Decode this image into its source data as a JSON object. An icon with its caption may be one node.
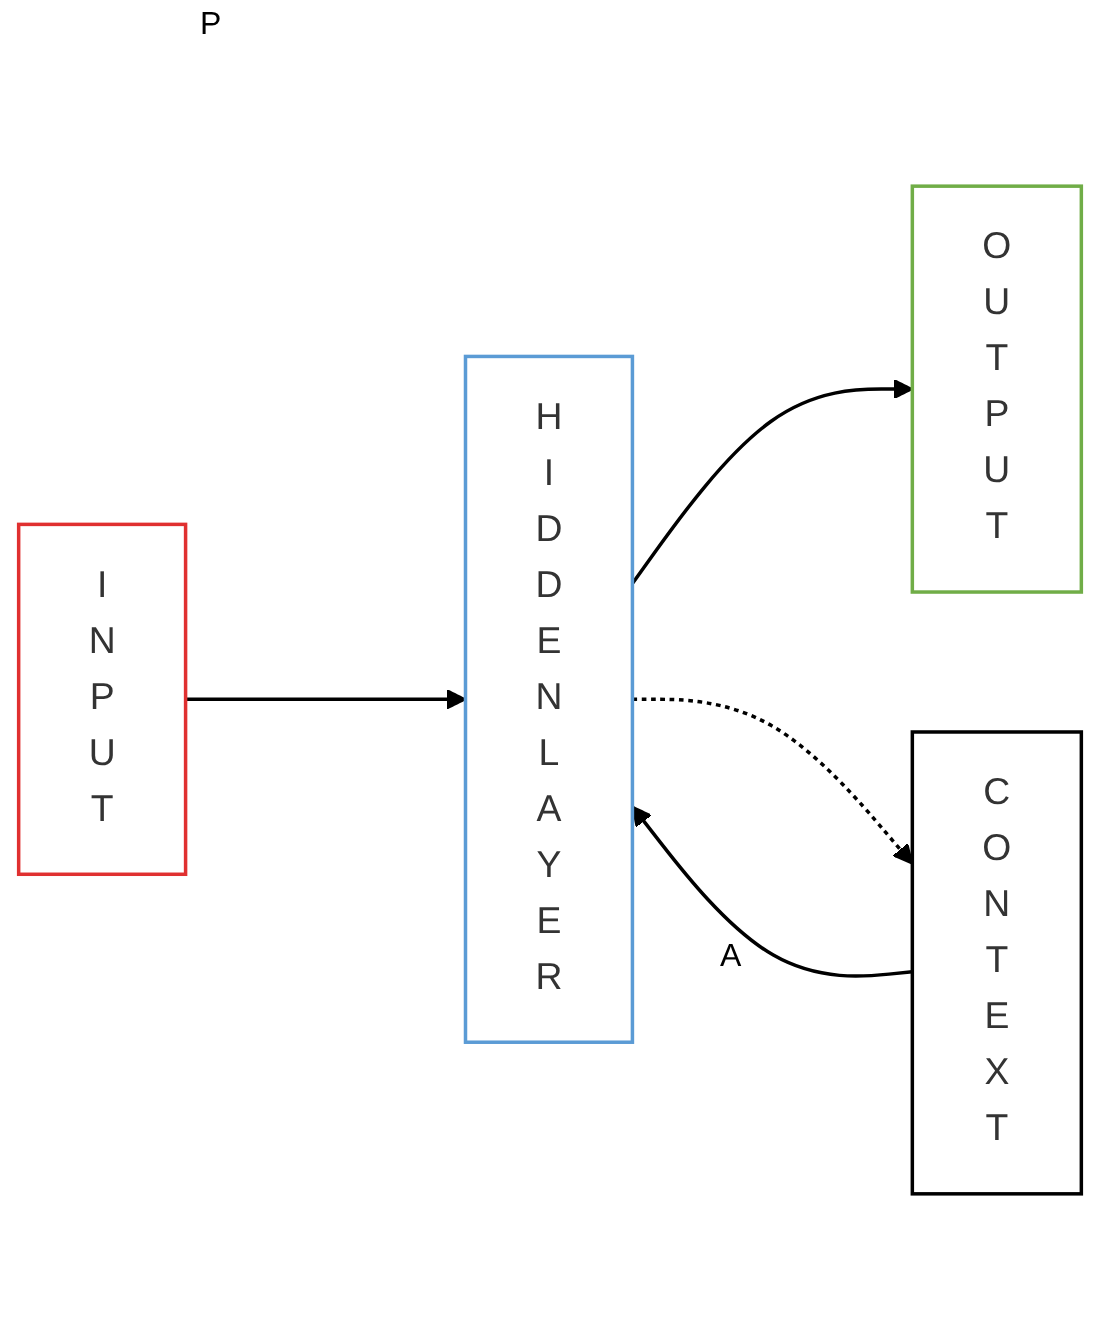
{
  "diagram": {
    "nodes": [
      {
        "text": [
          "I N P U T"
        ]
      },
      {
        "text": [
          "C O N T E X T"
        ]
      },
      {
        "text": [
          "H I D D E N L A Y E R"
        ]
      },
      {
        "text": [
          "O U T P U T"
        ]
      }
    ],
    "edges": [
      {
        "from": 0,
        "to": 2,
        "arrow": "to"
      },
      {
        "from": 1,
        "to": 2,
        "arrow": "to"
      },
      {
        "from": 2,
        "to": 3,
        "arrow": "to"
      },
      {
        "from": 2,
        "to": 1,
        "arrow": "to",
        "style": "dashed"
      }
    ],
    "labels": [
      "P",
      "A"
    ]
  }
}
